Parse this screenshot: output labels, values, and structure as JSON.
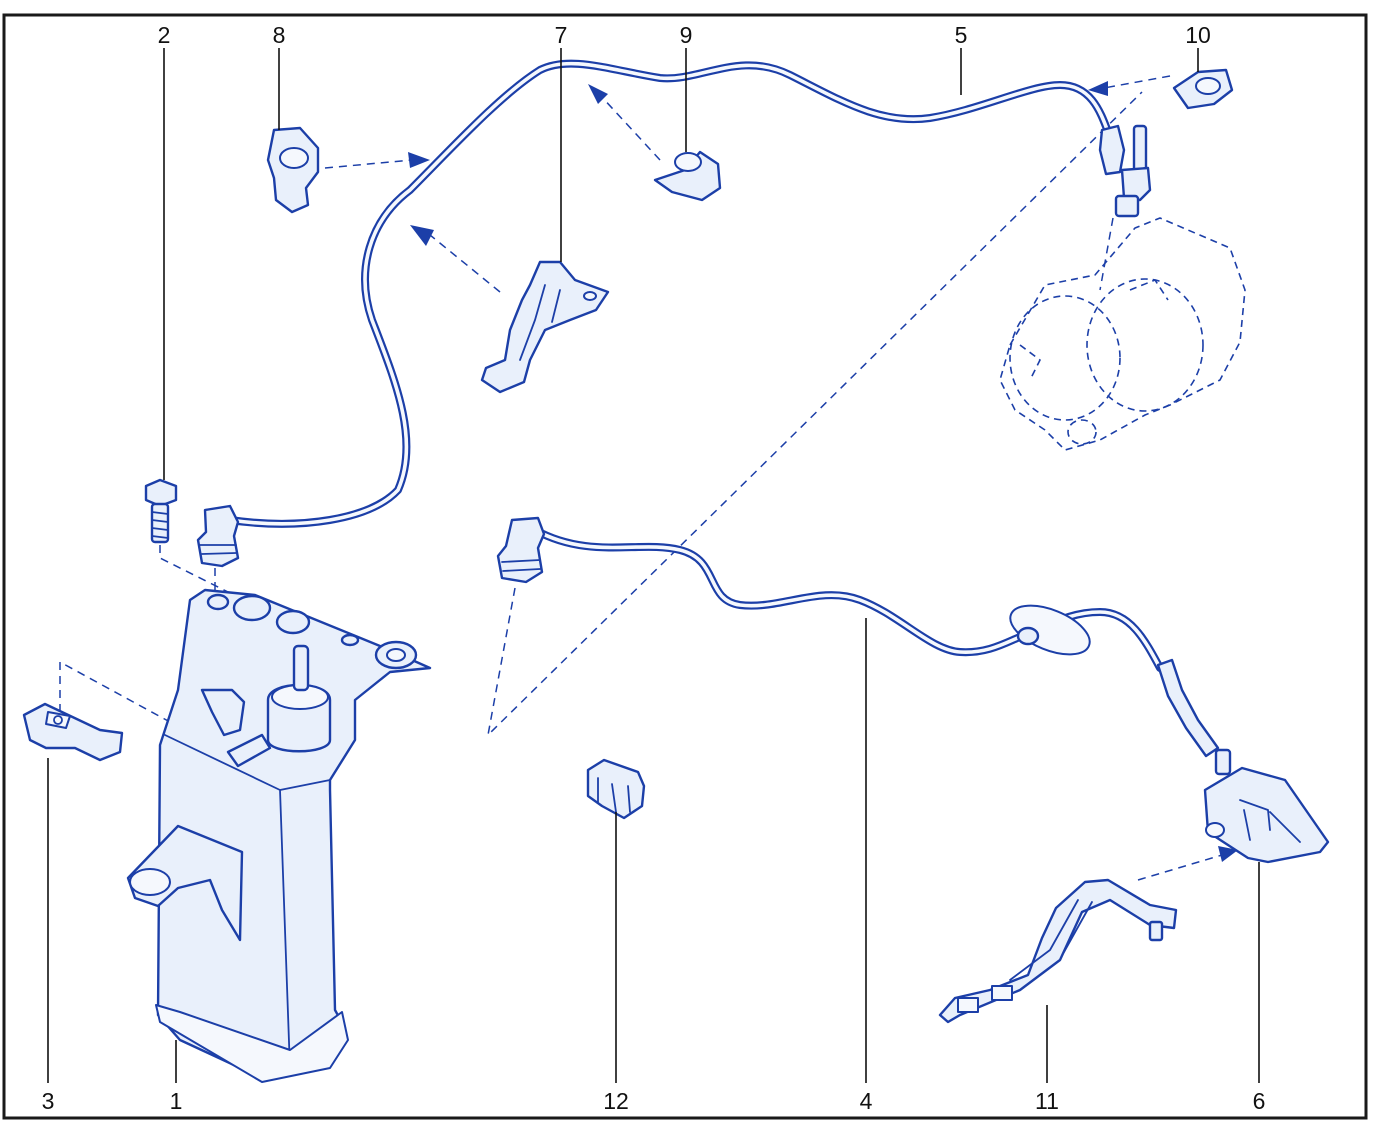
{
  "callouts": {
    "c1": "1",
    "c2": "2",
    "c3": "3",
    "c4": "4",
    "c5": "5",
    "c6": "6",
    "c7": "7",
    "c8": "8",
    "c9": "9",
    "c10": "10",
    "c11": "11",
    "c12": "12"
  },
  "colors": {
    "line_art": "#1c3fa8",
    "callout_text": "#111111",
    "frame": "#1a1a1a"
  }
}
